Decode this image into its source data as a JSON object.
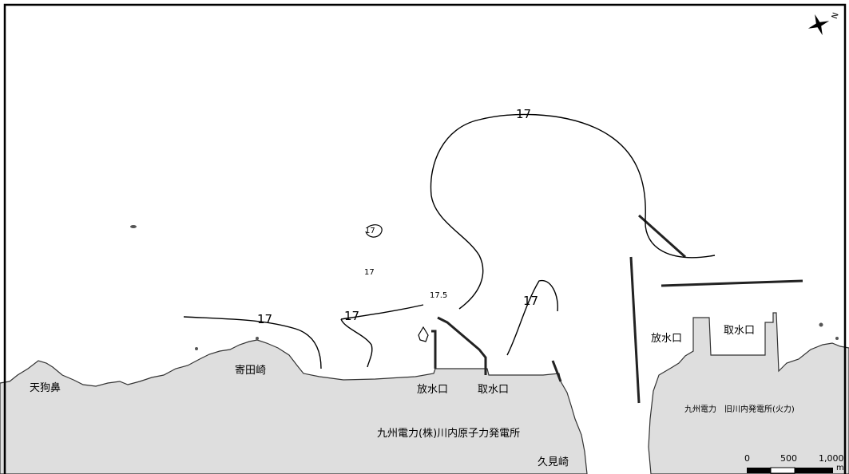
{
  "place_labels": {
    "tenguhana": "天狗鼻",
    "yoritazaki": "寄田崎",
    "kumizaki": "久見崎",
    "sendai_nuclear": "九州電力(株)川内原子力発電所",
    "sendai_thermal": "九州電力　旧川内発電所(火力)",
    "outlet_1": "放水口",
    "intake_1": "取水口",
    "outlet_2": "放水口",
    "intake_2": "取水口"
  },
  "isotherm_labels": {
    "big_north": "17",
    "west": "17",
    "center": "17",
    "east_of_jetty": "17",
    "center_175": "17.5",
    "small_upper": "17",
    "small_lower": "17"
  },
  "scale_bar": {
    "ticks": [
      "0",
      "500",
      "1,000"
    ],
    "unit": "m"
  },
  "north_arrow": {
    "letter": "N",
    "icon": "compass-north-arrow-icon"
  },
  "colors": {
    "land": "#dedede",
    "coast": "#333333",
    "isotherm": "#000000",
    "structure": "#222222"
  }
}
